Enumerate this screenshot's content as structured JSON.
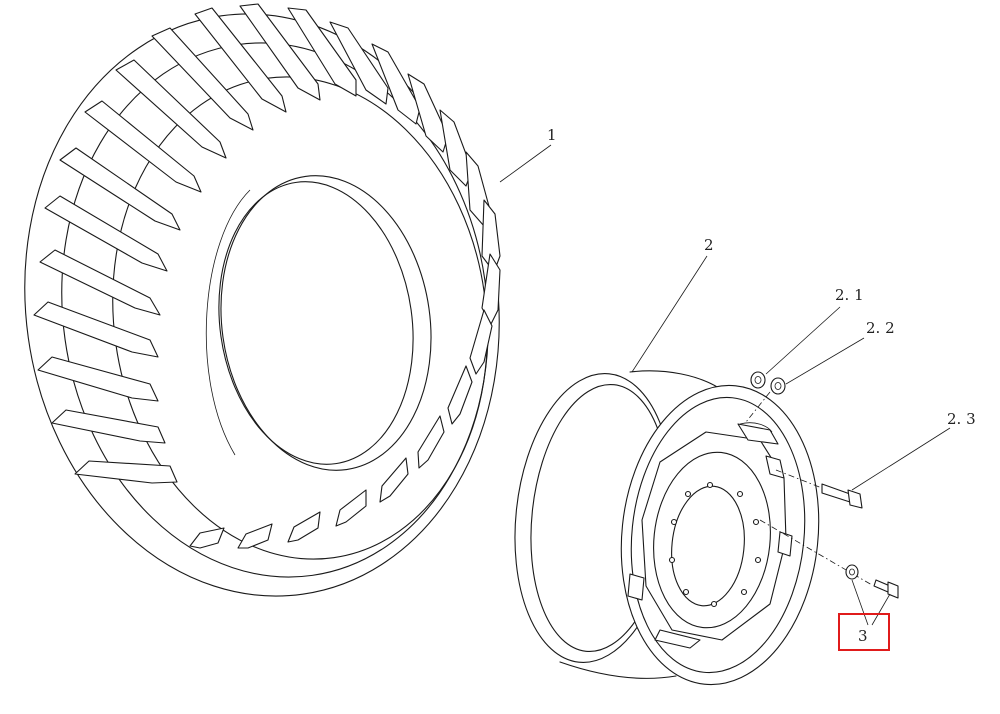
{
  "callouts": {
    "tire": "1",
    "rim": "2",
    "nut": "2. 1",
    "washer": "2. 2",
    "bolt": "2. 3",
    "part3": "3"
  },
  "highlight_color": "#e01b1b"
}
